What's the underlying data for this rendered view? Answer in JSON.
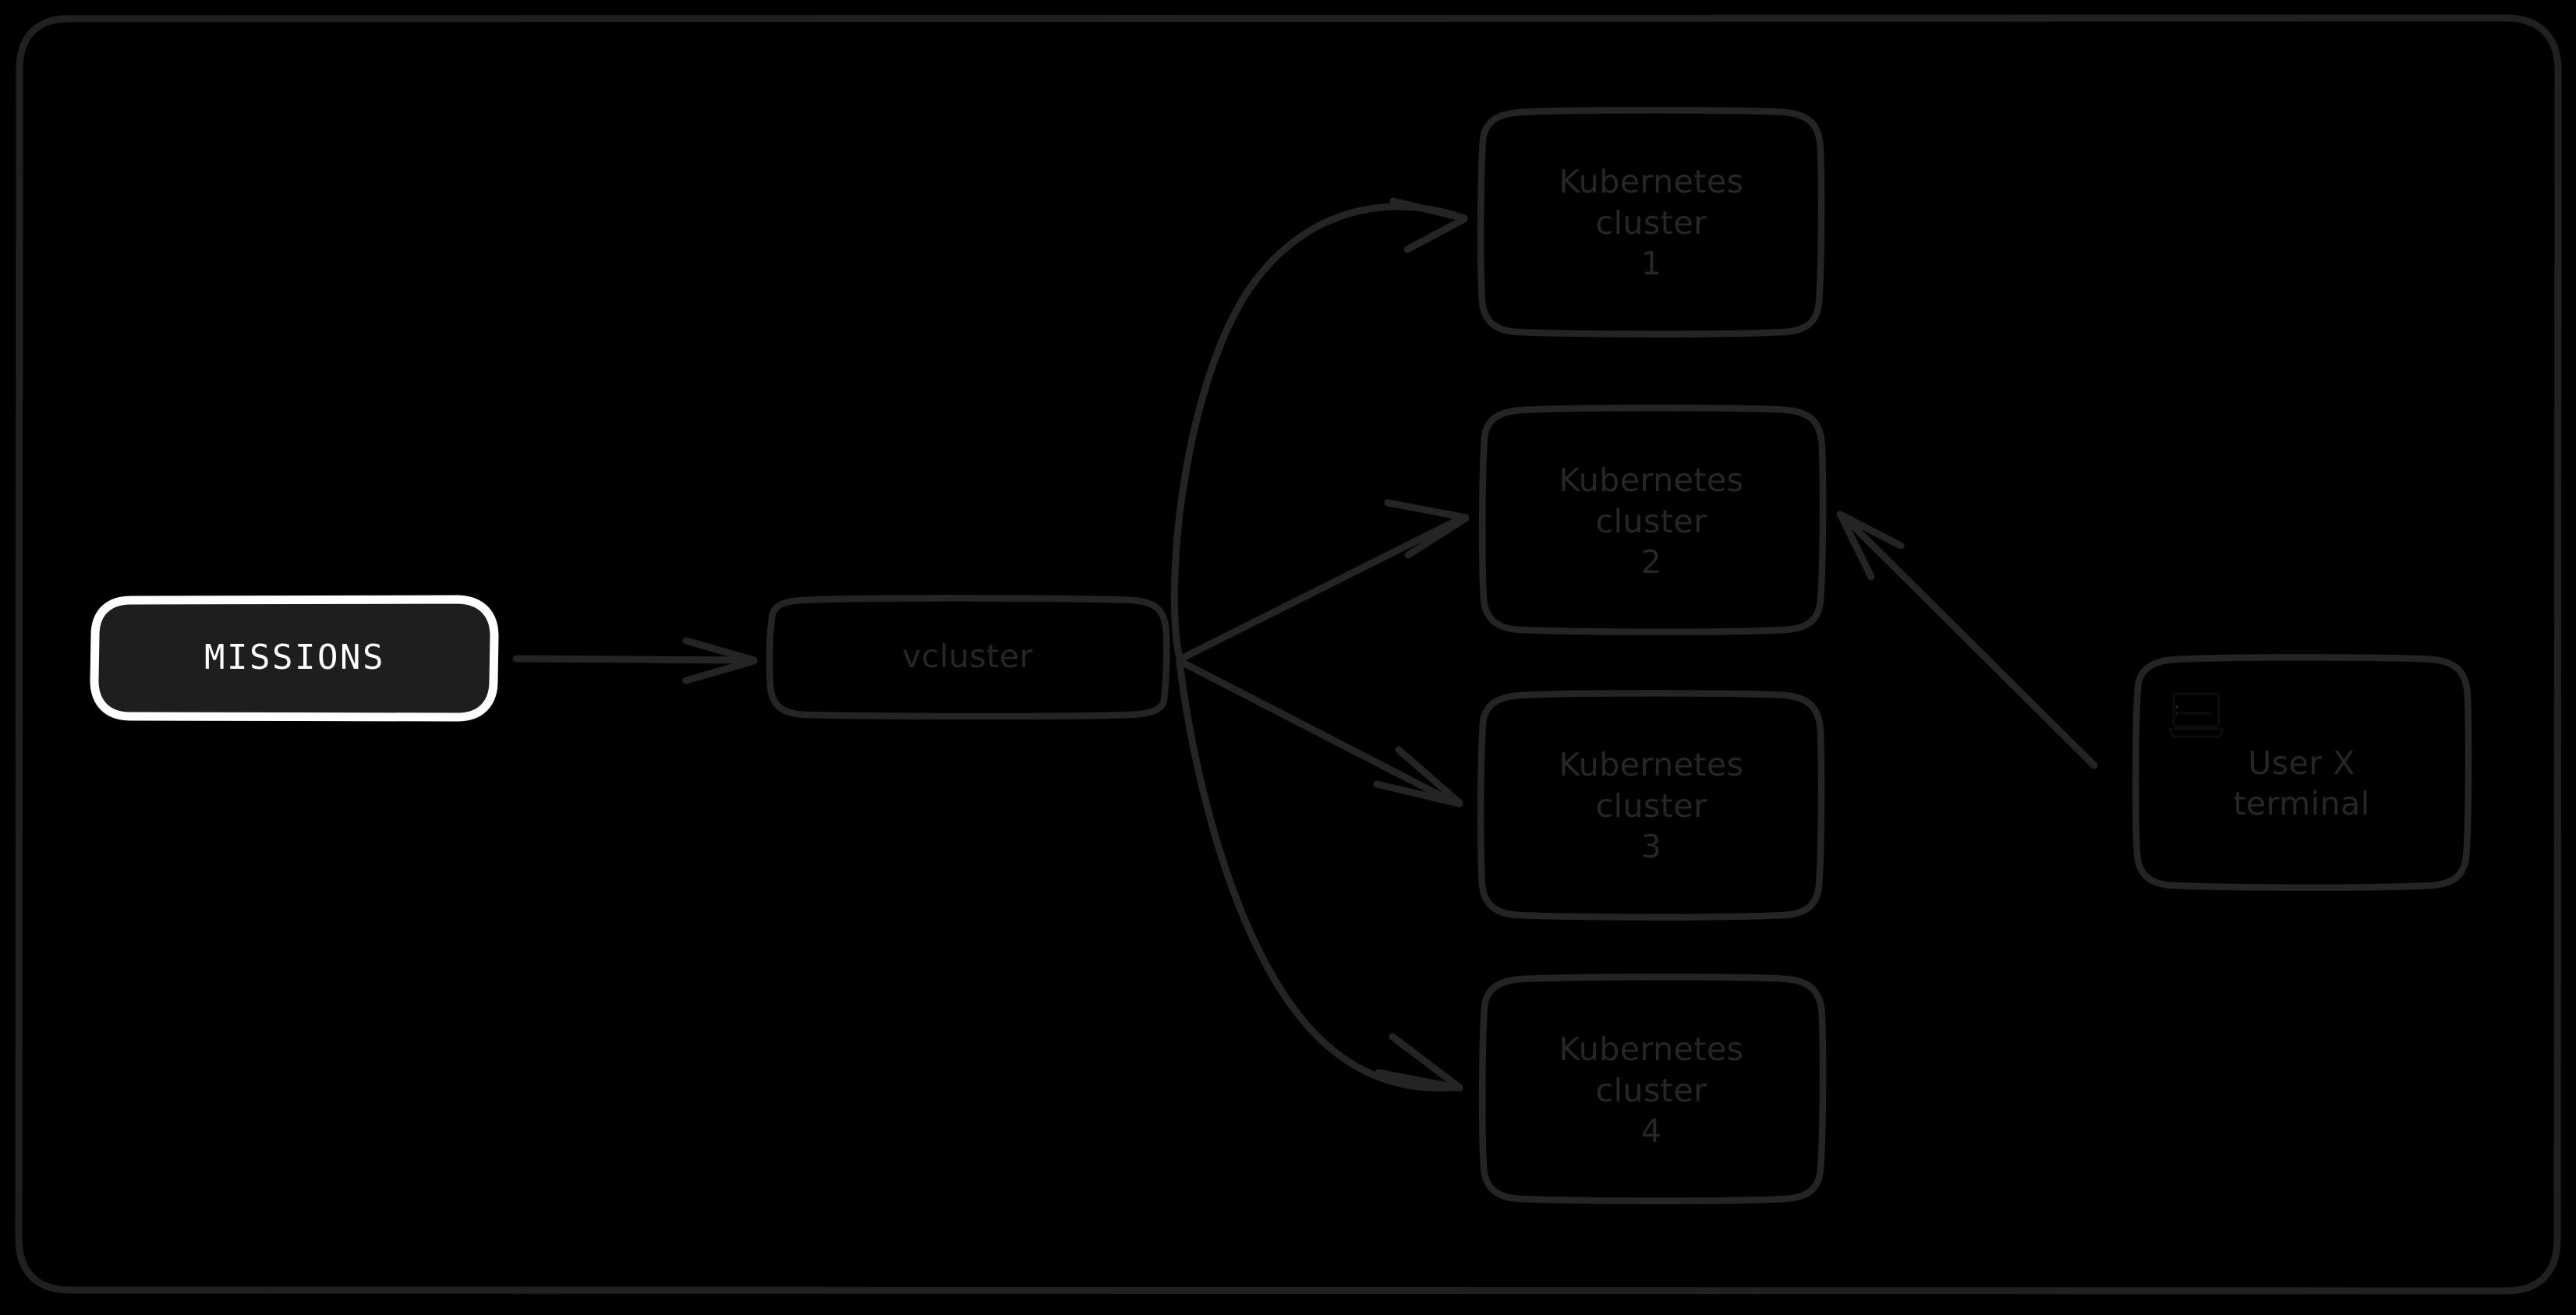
{
  "diagram": {
    "title": "vcluster multi-cluster architecture",
    "style": "hand-drawn excalidraw dark theme",
    "background_color": "#000000",
    "stroke_color": "#242424",
    "highlight_stroke_color": "#ffffff",
    "highlight_fill_color": "#1e1e1e",
    "text_color": "#262626",
    "highlight_text_color": "#ffffff"
  },
  "frame": {
    "name": "diagram-frame",
    "corner_radius": 64
  },
  "nodes": {
    "missions": {
      "id": "missions",
      "label": "MISSIONS",
      "lines": [
        "MISSIONS"
      ],
      "highlighted": true,
      "stroke": "#ffffff",
      "fill": "#1e1e1e",
      "text": "#ffffff"
    },
    "vcluster": {
      "id": "vcluster",
      "label": "vcluster",
      "lines": [
        "vcluster"
      ],
      "highlighted": false,
      "stroke": "#242424",
      "fill": "transparent",
      "text": "#262626"
    },
    "clusters": [
      {
        "id": "kubernetes-cluster-1",
        "label": "Kubernetes cluster 1",
        "lines": [
          "Kubernetes",
          "cluster",
          "1"
        ],
        "index": 1
      },
      {
        "id": "kubernetes-cluster-2",
        "label": "Kubernetes cluster 2",
        "lines": [
          "Kubernetes",
          "cluster",
          "2"
        ],
        "index": 2
      },
      {
        "id": "kubernetes-cluster-3",
        "label": "Kubernetes cluster 3",
        "lines": [
          "Kubernetes",
          "cluster",
          "3"
        ],
        "index": 3
      },
      {
        "id": "kubernetes-cluster-4",
        "label": "Kubernetes cluster 4",
        "lines": [
          "Kubernetes",
          "cluster",
          "4"
        ],
        "index": 4
      }
    ],
    "terminal": {
      "id": "user-x-terminal",
      "label": "User X terminal",
      "lines": [
        "User X",
        "terminal"
      ],
      "icon": "laptop-icon",
      "stroke": "#242424",
      "text": "#262626"
    }
  },
  "edges": [
    {
      "id": "edge-missions-vcluster",
      "from": "missions",
      "to": "vcluster",
      "shape": "straight",
      "direction": "right"
    },
    {
      "id": "edge-vcluster-cluster-1",
      "from": "vcluster",
      "to": "kubernetes-cluster-1",
      "shape": "curved",
      "direction": "up-right"
    },
    {
      "id": "edge-vcluster-cluster-2",
      "from": "vcluster",
      "to": "kubernetes-cluster-2",
      "shape": "straight",
      "direction": "up-right"
    },
    {
      "id": "edge-vcluster-cluster-3",
      "from": "vcluster",
      "to": "kubernetes-cluster-3",
      "shape": "straight",
      "direction": "down-right"
    },
    {
      "id": "edge-vcluster-cluster-4",
      "from": "vcluster",
      "to": "kubernetes-cluster-4",
      "shape": "curved",
      "direction": "down-right"
    },
    {
      "id": "edge-terminal-cluster-2",
      "from": "user-x-terminal",
      "to": "kubernetes-cluster-2",
      "shape": "straight",
      "direction": "up-left"
    }
  ]
}
